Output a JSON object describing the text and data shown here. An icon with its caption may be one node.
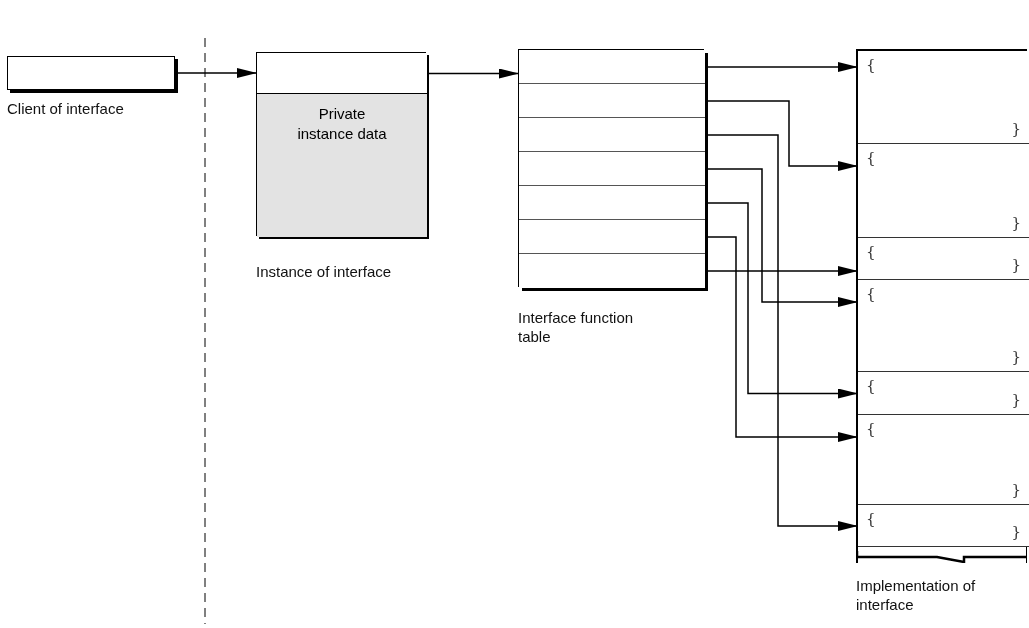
{
  "diagram": {
    "nodes": [
      {
        "text": [],
        "shape": "box",
        "beside": [
          "Client of interface"
        ]
      },
      {
        "text": [],
        "shape": "box",
        "beside": [
          "Instance of interface"
        ]
      },
      {
        "text": [],
        "shape": "box",
        "in": 1
      },
      {
        "text": [
          "Private instance data"
        ],
        "in": 1
      },
      {
        "text": [],
        "shape": "box",
        "beside": [
          "Interface function table"
        ]
      },
      {
        "text": [],
        "shape": "box",
        "in": 4
      },
      {
        "text": [],
        "shape": "box",
        "in": 4
      },
      {
        "text": [],
        "shape": "box",
        "in": 4
      },
      {
        "text": [],
        "shape": "box",
        "in": 4
      },
      {
        "text": [],
        "shape": "box",
        "in": 4
      },
      {
        "text": [],
        "shape": "box",
        "in": 4
      },
      {
        "text": [],
        "shape": "box",
        "in": 4
      },
      {
        "text": [],
        "shape": "box",
        "beside": [
          "Implementation of interface"
        ]
      },
      {
        "text": [
          "{",
          "}"
        ],
        "in": 12
      },
      {
        "text": [
          "{",
          "}"
        ],
        "in": 12
      },
      {
        "text": [
          "{",
          "}"
        ],
        "in": 12
      },
      {
        "text": [
          "{",
          "}"
        ],
        "in": 12
      },
      {
        "text": [
          "{",
          "}"
        ],
        "in": 12
      },
      {
        "text": [
          "{",
          "}"
        ],
        "in": 12
      },
      {
        "text": [
          "{",
          "}"
        ],
        "in": 12
      }
    ],
    "edges": [
      {
        "from": 0,
        "to": 2,
        "arrow": "to"
      },
      {
        "from": 2,
        "to": 5,
        "arrow": "to"
      },
      {
        "from": 5,
        "to": 13,
        "arrow": "to"
      },
      {
        "from": 6,
        "to": 14,
        "arrow": "to"
      },
      {
        "from": 7,
        "to": 19,
        "arrow": "to"
      },
      {
        "from": 8,
        "to": 16,
        "arrow": "to"
      },
      {
        "from": 9,
        "to": 17,
        "arrow": "to"
      },
      {
        "from": 10,
        "to": 18,
        "arrow": "to"
      },
      {
        "from": 11,
        "to": 15,
        "arrow": "to"
      }
    ]
  }
}
